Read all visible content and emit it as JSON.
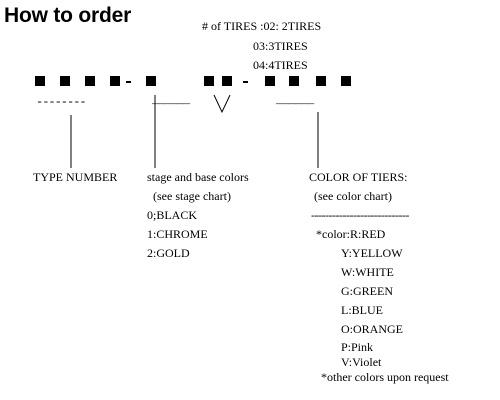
{
  "title": "How to order",
  "tires": [
    "# of TIRES :02: 2TIRES",
    "03:3TIRES",
    "04:4TIRES"
  ],
  "code_dashes": [
    "--------",
    "______",
    "______"
  ],
  "type_number": "TYPE NUMBER",
  "stage": {
    "heading": "stage and base colors",
    "note": "(see stage chart)",
    "options": [
      "0;BLACK",
      "1:CHROME",
      "2:GOLD"
    ]
  },
  "tiers": {
    "heading": "COLOR OF TIERS:",
    "note": "(see color chart)",
    "rule": "----------------------------",
    "colors": [
      "*color:R:RED",
      "Y:YELLOW",
      "W:WHITE",
      "G:GREEN",
      "L:BLUE",
      "O:ORANGE",
      "P:Pink",
      "V:Violet"
    ],
    "footer": "*other colors upon request"
  }
}
